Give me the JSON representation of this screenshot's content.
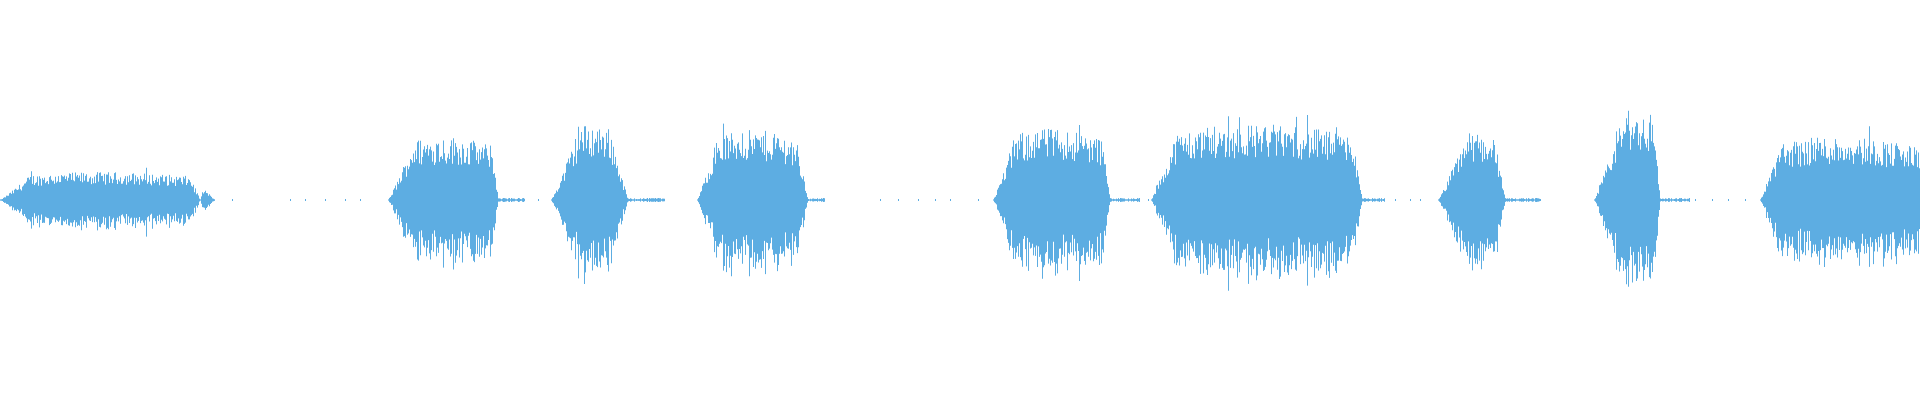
{
  "waveform": {
    "color": "#5dade2",
    "background": "#ffffff",
    "duration_units": 1920,
    "amplitude_scale": 1.0,
    "segments": [
      {
        "start": 0,
        "end": 200,
        "peak": 0.14,
        "attack": 30,
        "release": 10
      },
      {
        "start": 200,
        "end": 215,
        "peak": 0.05,
        "attack": 2,
        "release": 10
      },
      {
        "start": 388,
        "end": 498,
        "peak": 0.32,
        "attack": 25,
        "release": 6
      },
      {
        "start": 551,
        "end": 628,
        "peak": 0.38,
        "attack": 28,
        "release": 18
      },
      {
        "start": 697,
        "end": 808,
        "peak": 0.35,
        "attack": 20,
        "release": 12
      },
      {
        "start": 993,
        "end": 1110,
        "peak": 0.36,
        "attack": 22,
        "release": 8
      },
      {
        "start": 1151,
        "end": 1362,
        "peak": 0.38,
        "attack": 25,
        "release": 10
      },
      {
        "start": 1438,
        "end": 1505,
        "peak": 0.34,
        "attack": 28,
        "release": 10
      },
      {
        "start": 1594,
        "end": 1660,
        "peak": 0.45,
        "attack": 30,
        "release": 6
      },
      {
        "start": 1760,
        "end": 1920,
        "peak": 0.32,
        "attack": 20,
        "release": 0
      }
    ],
    "tails": [
      {
        "start": 498,
        "end": 525
      },
      {
        "start": 628,
        "end": 665
      },
      {
        "start": 808,
        "end": 825
      },
      {
        "start": 1110,
        "end": 1140
      },
      {
        "start": 1362,
        "end": 1385
      },
      {
        "start": 1505,
        "end": 1540
      },
      {
        "start": 1660,
        "end": 1690
      }
    ],
    "sparse_ticks": [
      232,
      290,
      305,
      325,
      345,
      360,
      520,
      538,
      558,
      660,
      880,
      898,
      918,
      935,
      950,
      978,
      1148,
      1160,
      1395,
      1410,
      1420,
      1540,
      1695,
      1712,
      1728,
      1745
    ]
  }
}
